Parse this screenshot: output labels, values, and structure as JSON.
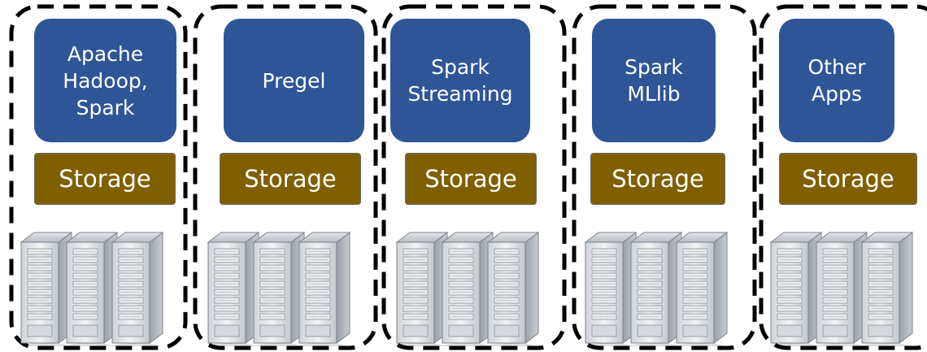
{
  "colors": {
    "app_box": "#2f5597",
    "storage_box": "#7f6000",
    "border": "#000000"
  },
  "icon": "server-rack-icon",
  "clusters": [
    {
      "app_label": "Apache\nHadoop,\nSpark",
      "storage_label": "Storage"
    },
    {
      "app_label": "Pregel",
      "storage_label": "Storage"
    },
    {
      "app_label": "Spark\nStreaming",
      "storage_label": "Storage"
    },
    {
      "app_label": "Spark\nMLlib",
      "storage_label": "Storage"
    },
    {
      "app_label": "Other\nApps",
      "storage_label": "Storage"
    }
  ]
}
